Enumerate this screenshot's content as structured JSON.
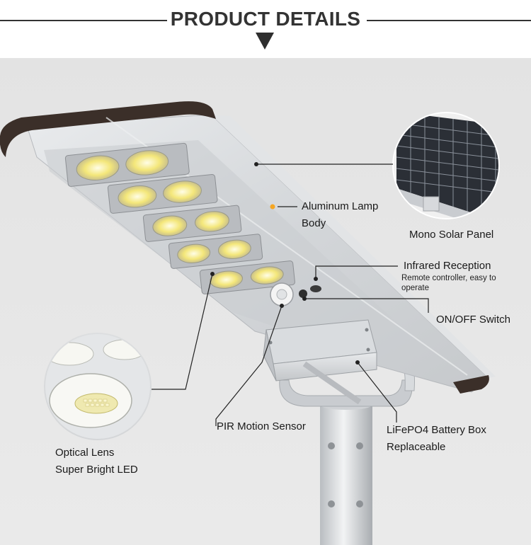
{
  "header": {
    "title": "PRODUCT DETAILS"
  },
  "callouts": {
    "aluminum_line1": "Aluminum Lamp",
    "aluminum_line2": "Body",
    "solar_panel": "Mono Solar Panel",
    "infrared_title": "Infrared Reception",
    "infrared_sub1": "Remote controller, easy to",
    "infrared_sub2": "operate",
    "switch": "ON/OFF Switch",
    "pir": "PIR Motion Sensor",
    "battery_line1": "LiFePO4 Battery Box",
    "battery_line2": "Replaceable",
    "lens_line1": "Optical Lens",
    "lens_line2": "Super Bright LED"
  },
  "colors": {
    "background": "#e6e6e6",
    "header_background": "#ffffff",
    "title_text": "#333333",
    "accent_dot": "#f5a623",
    "lamp_cap": "#3a2e28",
    "aluminum": "#d6d9dc"
  }
}
